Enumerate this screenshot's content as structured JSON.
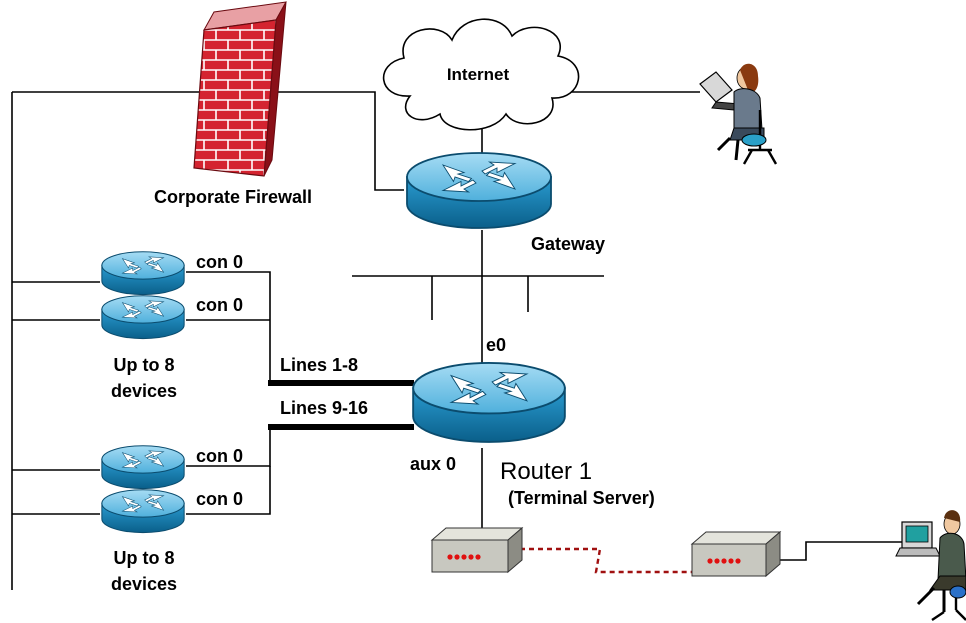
{
  "labels": {
    "internet": "Internet",
    "firewall": "Corporate Firewall",
    "gateway": "Gateway",
    "con0_a": "con 0",
    "con0_b": "con 0",
    "con0_c": "con 0",
    "con0_d": "con 0",
    "group_top_line1": "Up to 8",
    "group_top_line2": "devices",
    "group_bottom_line1": "Up to 8",
    "group_bottom_line2": "devices",
    "lines_1_8": "Lines 1-8",
    "lines_9_16": "Lines 9-16",
    "e0": "e0",
    "aux0": "aux 0",
    "router1": "Router 1",
    "router1_sub": "(Terminal Server)"
  },
  "icons": {
    "cloud": "internet-cloud-icon",
    "firewall": "brick-firewall-icon",
    "router": "router-icon",
    "modem": "modem-icon",
    "user_laptop": "user-with-laptop-icon",
    "user_terminal": "user-at-terminal-icon"
  },
  "colors": {
    "router_body": "#1a8cb8",
    "router_top": "#7ec8ea",
    "firewall_brick": "#d0202a",
    "modem_body": "#c8c8c0",
    "modem_leds": "#e01010",
    "serial_link": "#a01010",
    "line": "#000000"
  }
}
